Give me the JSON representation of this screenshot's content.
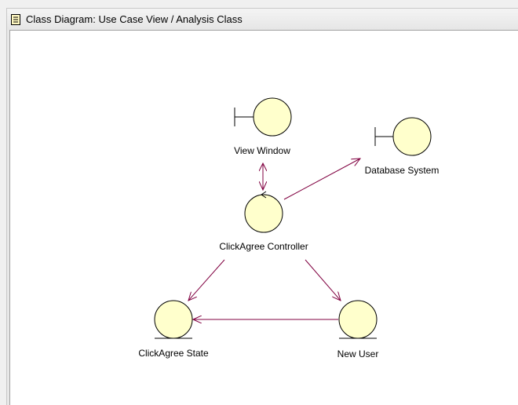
{
  "window": {
    "title": "Class Diagram: Use Case View / Analysis Class",
    "title_icon": "class-diagram-icon"
  },
  "diagram": {
    "fill_color": "#ffffcc",
    "line_color": "#800040",
    "nodes": {
      "view_window": {
        "label": "View Window",
        "stereotype": "boundary"
      },
      "database_system": {
        "label": "Database  System",
        "stereotype": "boundary"
      },
      "clickagree_controller": {
        "label": "ClickAgree Controller",
        "stereotype": "control"
      },
      "clickagree_state": {
        "label": "ClickAgree State",
        "stereotype": "entity"
      },
      "new_user": {
        "label": "New User",
        "stereotype": "entity"
      }
    },
    "associations": [
      {
        "from": "View Window",
        "to": "ClickAgree Controller",
        "navigability": "bidirectional"
      },
      {
        "from": "ClickAgree Controller",
        "to": "Database  System",
        "navigability": "directed"
      },
      {
        "from": "ClickAgree Controller",
        "to": "ClickAgree State",
        "navigability": "directed"
      },
      {
        "from": "ClickAgree Controller",
        "to": "New User",
        "navigability": "directed"
      },
      {
        "from": "New User",
        "to": "ClickAgree State",
        "navigability": "directed"
      }
    ]
  }
}
